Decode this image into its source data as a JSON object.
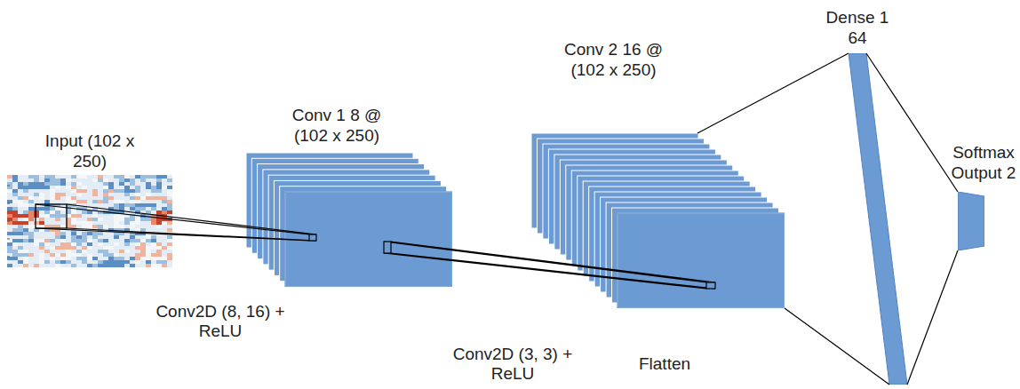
{
  "diagram": {
    "nodes": [
      {
        "text": [
          "Input (102 x 250)"
        ]
      },
      {
        "text": [
          "Conv 1 8 @ (102 x 250)"
        ]
      },
      {
        "text": [
          "Conv 2 16 @ (102 x 250)"
        ]
      },
      {
        "text": [
          "Dense 1 64"
        ]
      },
      {
        "text": [
          "Softmax Output 2"
        ]
      }
    ],
    "edges": [
      {
        "from": 0,
        "to": 1,
        "label": "Conv2D (8, 16) + ReLU",
        "arrow": "none"
      },
      {
        "from": 1,
        "to": 2,
        "label": "Conv2D (3, 3) + ReLU",
        "arrow": "none"
      },
      {
        "from": 2,
        "to": 3,
        "label": "Flatten",
        "arrow": "none"
      },
      {
        "from": 3,
        "to": 4,
        "arrow": "none"
      }
    ]
  }
}
